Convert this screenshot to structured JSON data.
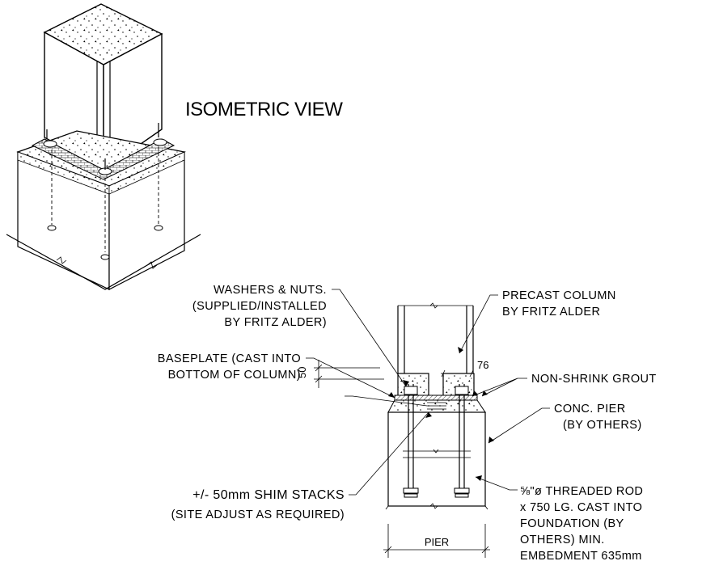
{
  "title": "ISOMETRIC VIEW",
  "labels": {
    "washers_1": "WASHERS & NUTS.",
    "washers_2": "(SUPPLIED/INSTALLED",
    "washers_3": "BY FRITZ ALDER)",
    "precast_1": "PRECAST COLUMN",
    "precast_2": "BY FRITZ ALDER",
    "baseplate_1": "BASEPLATE (CAST INTO",
    "baseplate_2": "BOTTOM OF COLUMN)",
    "grout": "NON-SHRINK GROUT",
    "pier_1": "CONC. PIER",
    "pier_2": "(BY OTHERS)",
    "shim_1": "+/- 50mm SHIM STACKS",
    "shim_2": "(SITE ADJUST AS REQUIRED)",
    "rod_1": "⅝\"ø THREADED ROD",
    "rod_2": "x 750 LG. CAST INTO",
    "rod_3": "FOUNDATION (BY",
    "rod_4": "OTHERS) MIN.",
    "rod_5": "EMBEDMENT 635mm"
  },
  "dimensions": {
    "wall": "76",
    "grout_height": "50",
    "pier_width": "PIER"
  }
}
